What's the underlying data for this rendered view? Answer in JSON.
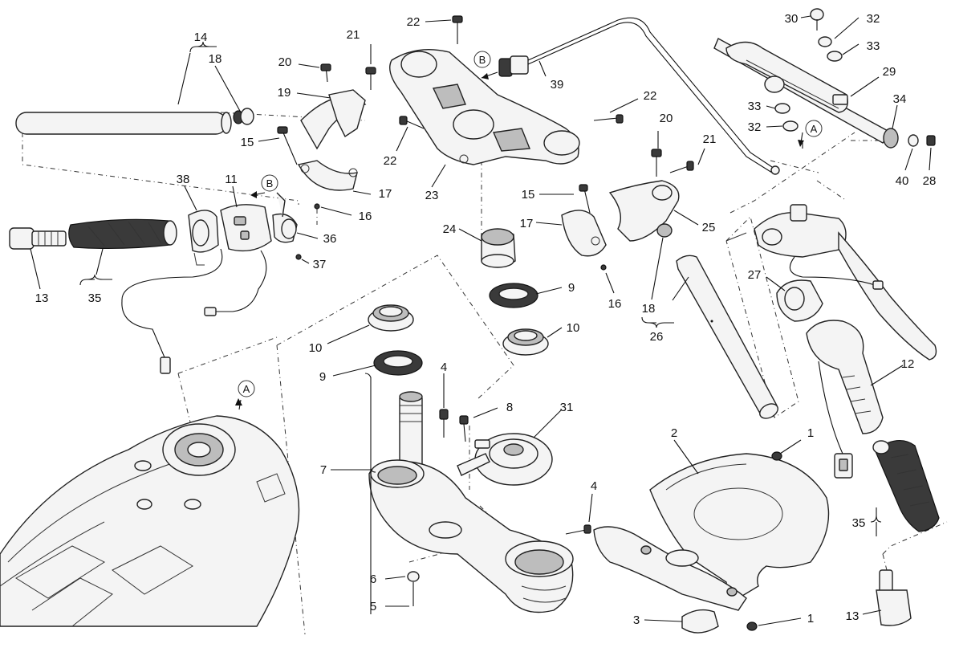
{
  "diagram": {
    "callouts": {
      "c1a": "1",
      "c1b": "1",
      "c2": "2",
      "c3": "3",
      "c4a": "4",
      "c4b": "4",
      "c5": "5",
      "c6": "6",
      "c7": "7",
      "c8": "8",
      "c9a": "9",
      "c9b": "9",
      "c10a": "10",
      "c10b": "10",
      "c11": "11",
      "c12": "12",
      "c13a": "13",
      "c13b": "13",
      "c14": "14",
      "c15a": "15",
      "c15b": "15",
      "c16a": "16",
      "c16b": "16",
      "c17a": "17",
      "c17b": "17",
      "c18a": "18",
      "c18b": "18",
      "c19": "19",
      "c20a": "20",
      "c20b": "20",
      "c21a": "21",
      "c21b": "21",
      "c22a": "22",
      "c22b": "22",
      "c22c": "22",
      "c23": "23",
      "c24": "24",
      "c25": "25",
      "c26": "26",
      "c27": "27",
      "c28": "28",
      "c29": "29",
      "c30": "30",
      "c31": "31",
      "c32a": "32",
      "c32b": "32",
      "c33a": "33",
      "c33b": "33",
      "c34": "34",
      "c35a": "35",
      "c35b": "35",
      "c36": "36",
      "c37": "37",
      "c38": "38",
      "c39": "39",
      "c40": "40"
    },
    "reference_markers": {
      "a1": "A",
      "a2": "A",
      "b1": "B",
      "b2": "B"
    }
  }
}
